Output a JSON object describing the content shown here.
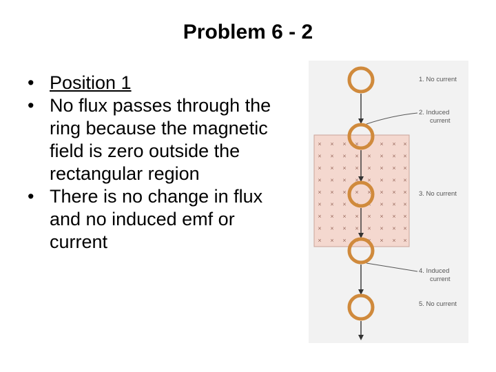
{
  "slide": {
    "title": "Problem 6 - 2",
    "bullets": [
      {
        "marker": "•",
        "text": "Position 1",
        "underline": true
      },
      {
        "marker": "•",
        "text": "No flux passes through the ring because the magnetic field is zero outside the rectangular region",
        "underline": false
      },
      {
        "marker": "•",
        "text": "There is no change in flux and no induced emf or current",
        "underline": false
      }
    ]
  },
  "figure": {
    "field_marker": "×",
    "labels": {
      "l1": "1. No current",
      "l2a": "2. Induced",
      "l2b": "current",
      "l3": "3. No current",
      "l4a": "4. Induced",
      "l4b": "current",
      "l5": "5. No current"
    },
    "colors": {
      "background": "#f2f2f2",
      "field_region": "#f4d8cf",
      "field_border": "#c9a49a",
      "ring": "#d08a3c",
      "ring_inner": "#f7f7f7",
      "arrow": "#333333",
      "label": "#555555"
    }
  }
}
